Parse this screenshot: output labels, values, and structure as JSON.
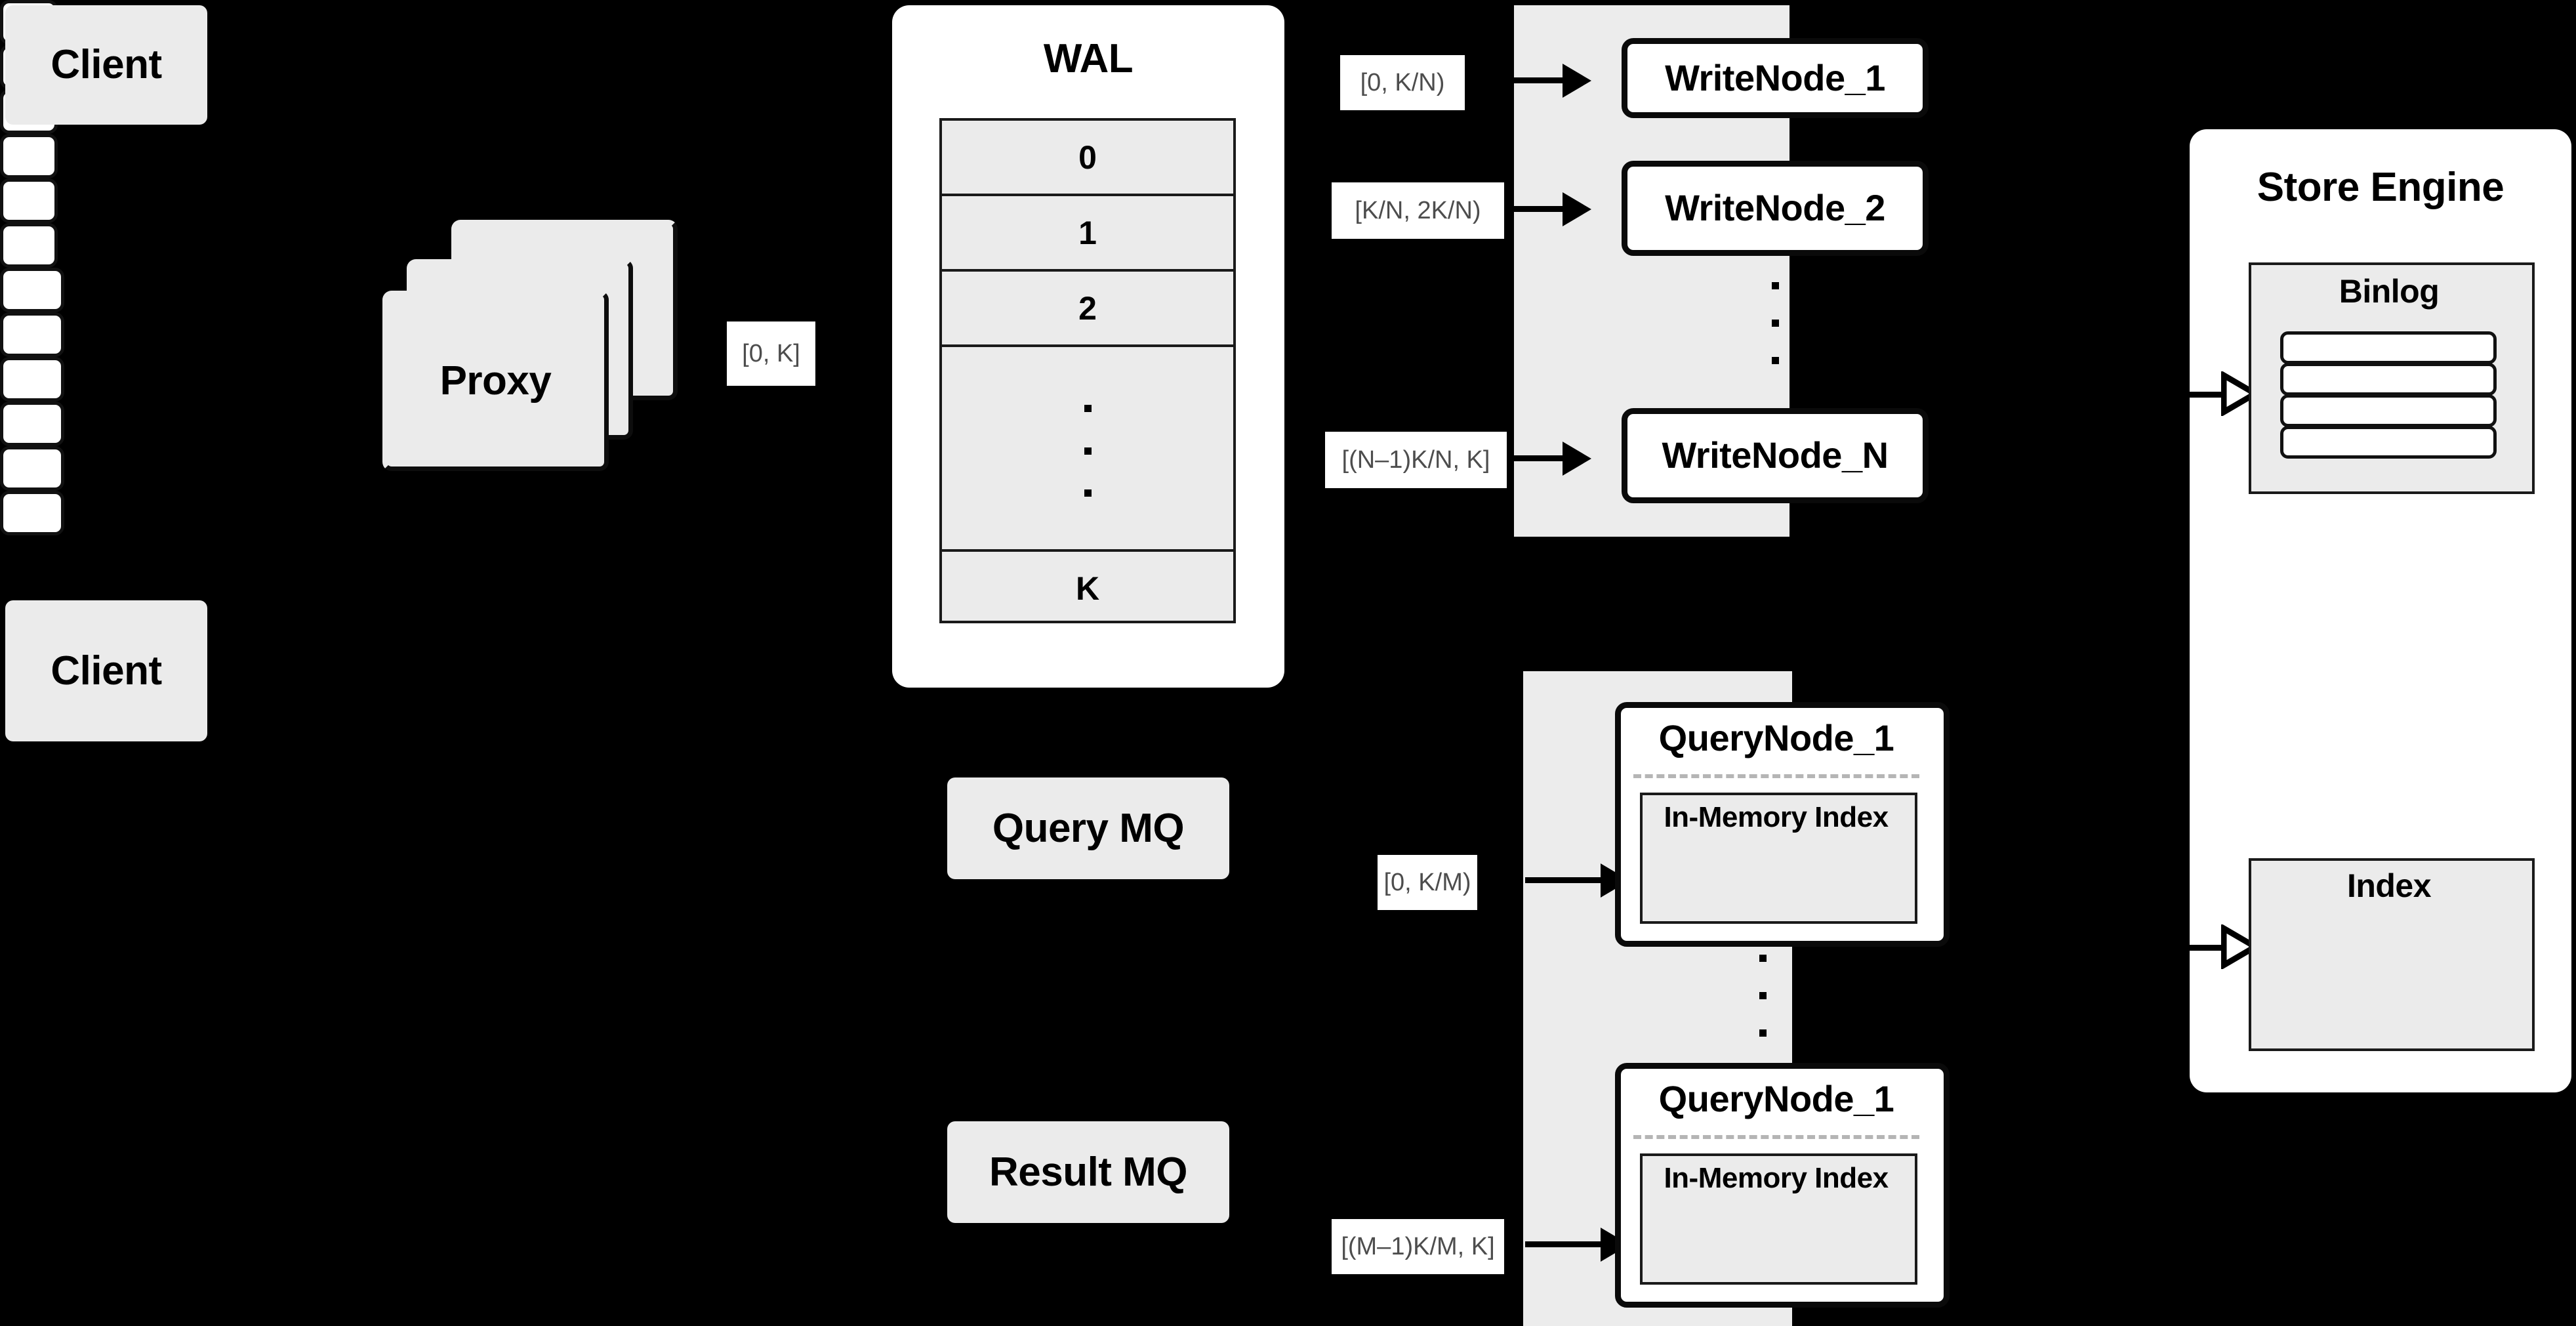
{
  "diagram": {
    "title": "Distributed write/query architecture",
    "background_color": "#000000",
    "panel_fill": "#ffffff",
    "card_fill": "#ebebeb",
    "group_fill": "#ececec",
    "stroke_color": "#000000",
    "label_text_color": "#4d4d4d"
  },
  "clients": [
    {
      "label": "Client"
    },
    {
      "label": "Client"
    }
  ],
  "proxy": {
    "label": "Proxy",
    "stack_count": 3
  },
  "wal": {
    "title": "WAL",
    "rows": [
      "0",
      "1",
      "2",
      "",
      "K"
    ],
    "ellipsis_row_index": 3,
    "ellipsis_dots": 3
  },
  "queues": [
    {
      "label": "Query MQ"
    },
    {
      "label": "Result MQ"
    }
  ],
  "write_group": {
    "nodes": [
      {
        "label": "WriteNode_1",
        "range": "[0,  K/N)"
      },
      {
        "label": "WriteNode_2",
        "range": "[K/N, 2K/N)"
      },
      {
        "label": "WriteNode_N",
        "range": "[(N–1)K/N,  K]"
      }
    ],
    "ellipsis_dots": 3
  },
  "query_group": {
    "nodes": [
      {
        "label": "QueryNode_1",
        "range": "[0, K/M)",
        "index_title": "In-Memory Index",
        "segment_count": 3
      },
      {
        "label": "QueryNode_1",
        "range": "[(M–1)K/M, K]",
        "index_title": "In-Memory Index",
        "segment_count": 3
      }
    ],
    "ellipsis_dots": 3
  },
  "store_engine": {
    "title": "Store Engine",
    "binlog": {
      "title": "Binlog",
      "bar_count": 4
    },
    "index": {
      "title": "Index",
      "rows": 2,
      "cols": 3
    }
  },
  "edge_labels": {
    "proxy_to_wal": "[0, K]"
  }
}
